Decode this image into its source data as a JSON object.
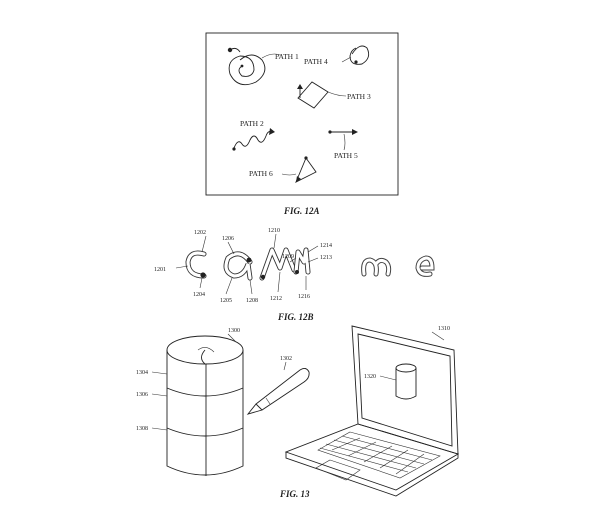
{
  "fig12a": {
    "caption": "FIG. 12A",
    "paths": {
      "p1": "PATH 1",
      "p2": "PATH 2",
      "p3": "PATH 3",
      "p4": "PATH 4",
      "p5": "PATH 5",
      "p6": "PATH 6"
    }
  },
  "fig12b": {
    "caption": "FIG. 12B",
    "refs": {
      "r1201": "1201",
      "r1202": "1202",
      "r1204": "1204",
      "r1205": "1205",
      "r1206": "1206",
      "r1208": "1208",
      "r1209": "1209",
      "r1210": "1210",
      "r1212": "1212",
      "r1213": "1213",
      "r1214": "1214",
      "r1216": "1216"
    }
  },
  "fig13": {
    "caption": "FIG. 13",
    "refs": {
      "r1300": "1300",
      "r1302": "1302",
      "r1304": "1304",
      "r1306": "1306",
      "r1308": "1308",
      "r1310": "1310",
      "r1320": "1320"
    }
  }
}
